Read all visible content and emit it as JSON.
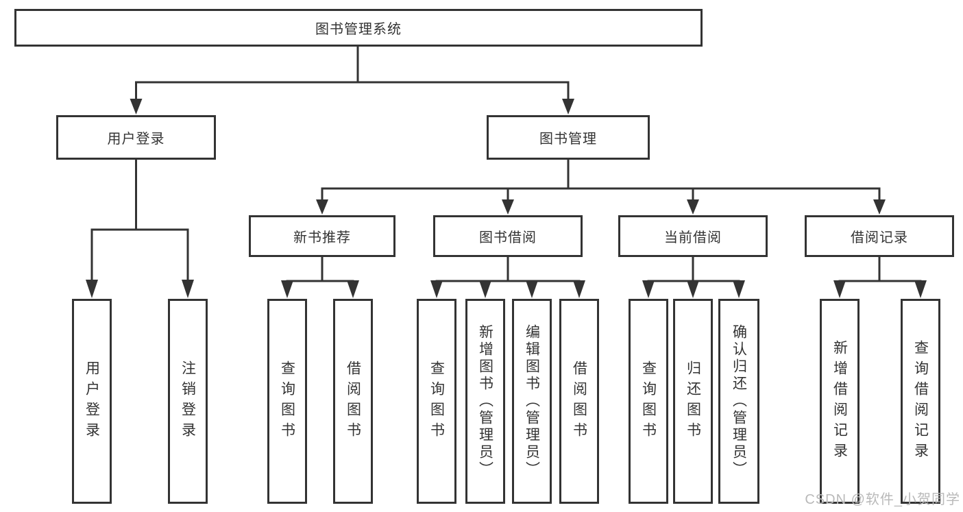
{
  "diagram": {
    "title_node": {
      "label": "图书管理系统"
    },
    "user_login": {
      "label": "用户登录",
      "children": [
        {
          "label": "用户登录"
        },
        {
          "label": "注销登录"
        }
      ]
    },
    "book_mgmt": {
      "label": "图书管理",
      "children": [
        {
          "label": "新书推荐",
          "children": [
            {
              "label": "查询图书"
            },
            {
              "label": "借阅图书"
            }
          ]
        },
        {
          "label": "图书借阅",
          "children": [
            {
              "label": "查询图书"
            },
            {
              "label": "新增图书（管理员）"
            },
            {
              "label": "编辑图书（管理员）"
            },
            {
              "label": "借阅图书"
            }
          ]
        },
        {
          "label": "当前借阅",
          "children": [
            {
              "label": "查询图书"
            },
            {
              "label": "归还图书"
            },
            {
              "label": "确认归还（管理员）"
            }
          ]
        },
        {
          "label": "借阅记录",
          "children": [
            {
              "label": "新增借阅记录"
            },
            {
              "label": "查询借阅记录"
            }
          ]
        }
      ]
    },
    "watermark": "CSDN @软件_小贺同学",
    "colors": {
      "line": "#333333",
      "box_border": "#333333",
      "text": "#333333",
      "watermark": "#b9b9b9",
      "background": "#ffffff"
    }
  }
}
